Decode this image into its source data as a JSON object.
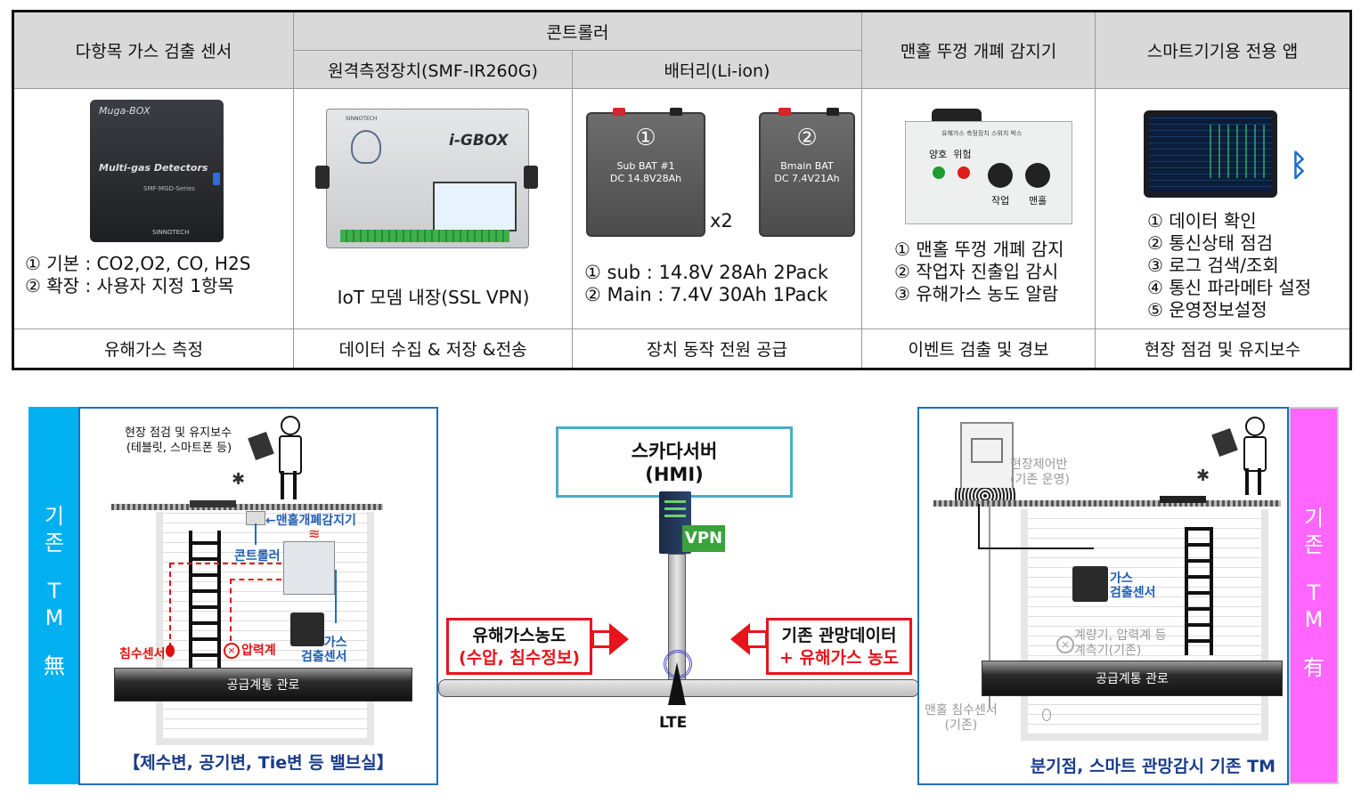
{
  "table": {
    "col1_header": "다항목 가스 검출 센서",
    "controller_header": "콘트롤러",
    "col2_header": "원격측정장치(SMF-IR260G)",
    "col3_header": "배터리(Li-ion)",
    "col4_header": "맨홀 뚜껑 개폐 감지기",
    "col5_header": "스마트기기용 전용 앱",
    "col1_desc": "① 기본 : CO2,O2, CO, H2S\n② 확장 : 사용자 지정 1항목",
    "col2_desc": "IoT 모뎀 내장(SSL VPN)",
    "col3_desc": "① sub : 14.8V 28Ah 2Pack\n② Main : 7.4V 30Ah 1Pack",
    "col4_desc": "① 맨홀 뚜껑 개폐 감지\n② 작업자 진출입 감시\n③ 유해가스 농도 알람",
    "col5_desc": "① 데이터 확인\n② 통신상태 점검\n③ 로그 검색/조회\n④ 통신 파라메타 설정\n⑤ 운영정보설정",
    "col1_func": "유해가스 측정",
    "col2_func": "데이터 수집 & 저장 &전송",
    "col3_func": "장치 동작 전원 공급",
    "col4_func": "이벤트 검출 및 경보",
    "col5_func": "현장 점검 및 유지보수",
    "gas_sensor_brand": "Muga-BOX",
    "gas_sensor_label": "Multi-gas Detectors",
    "gas_sensor_series": "SMF-MGD-Series",
    "gas_sensor_maker": "SINNOTECH",
    "rtu_brand": "i-GBOX",
    "rtu_maker": "SINNOTECH",
    "bat1_num": "①",
    "bat1_text": "Sub BAT #1\nDC 14.8V28Ah",
    "bat_multiplier": "x2",
    "bat2_num": "②",
    "bat2_text": "Bmain BAT\nDC 7.4V21Ah",
    "manhole_box_title": "유해가스 측정장치 스위치 박스",
    "manhole_box_status": "양호  위험",
    "manhole_box_work": "작업",
    "manhole_box_hole": "맨홀"
  },
  "left_panel": {
    "side_chars": [
      "기",
      "존",
      "T",
      "M",
      "無"
    ],
    "worker_label": "현장 점검 및 유지보수\n(테블릿, 스마트폰 등)",
    "detector_label": "←맨홀개폐감지기",
    "controller_label": "콘트롤러",
    "water_sensor_label": "침수센서",
    "pressure_label": "압력계",
    "gas_sensor_label": "가스\n검출센서",
    "pipe_label": "공급계통 관로",
    "caption": "【제수변, 공기변, Tie변  등 밸브실】"
  },
  "center": {
    "scada_line1": "스카다서버",
    "scada_line2": "(HMI)",
    "vpn_label": "VPN",
    "lte_label": "LTE",
    "left_box_line1": "유해가스농도",
    "left_box_line2": "(수압, 침수정보)",
    "right_box_line1": "기존 관망데이터",
    "right_box_line2": "+ 유해가스 농도"
  },
  "right_panel": {
    "side_chars": [
      "기",
      "존",
      "T",
      "M",
      "有"
    ],
    "control_panel_label": "현장제어반\n(기존 운영)",
    "gas_sensor_label": "가스\n검출센서",
    "meter_label": "계량기, 압력계 등\n계측기(기존)",
    "pipe_label": "공급계통 관로",
    "water_sensor_label": "맨홀 침수센서\n(기존)",
    "caption": "분기점, 스마트 관망감시 기존 TM"
  },
  "colors": {
    "left_strip": "#00b0f0",
    "right_strip": "#ff66ff",
    "panel_border": "#1f6fc0",
    "red": "#e8141b",
    "scada_border": "#4bacc6",
    "vpn_green": "#3aa23a"
  }
}
